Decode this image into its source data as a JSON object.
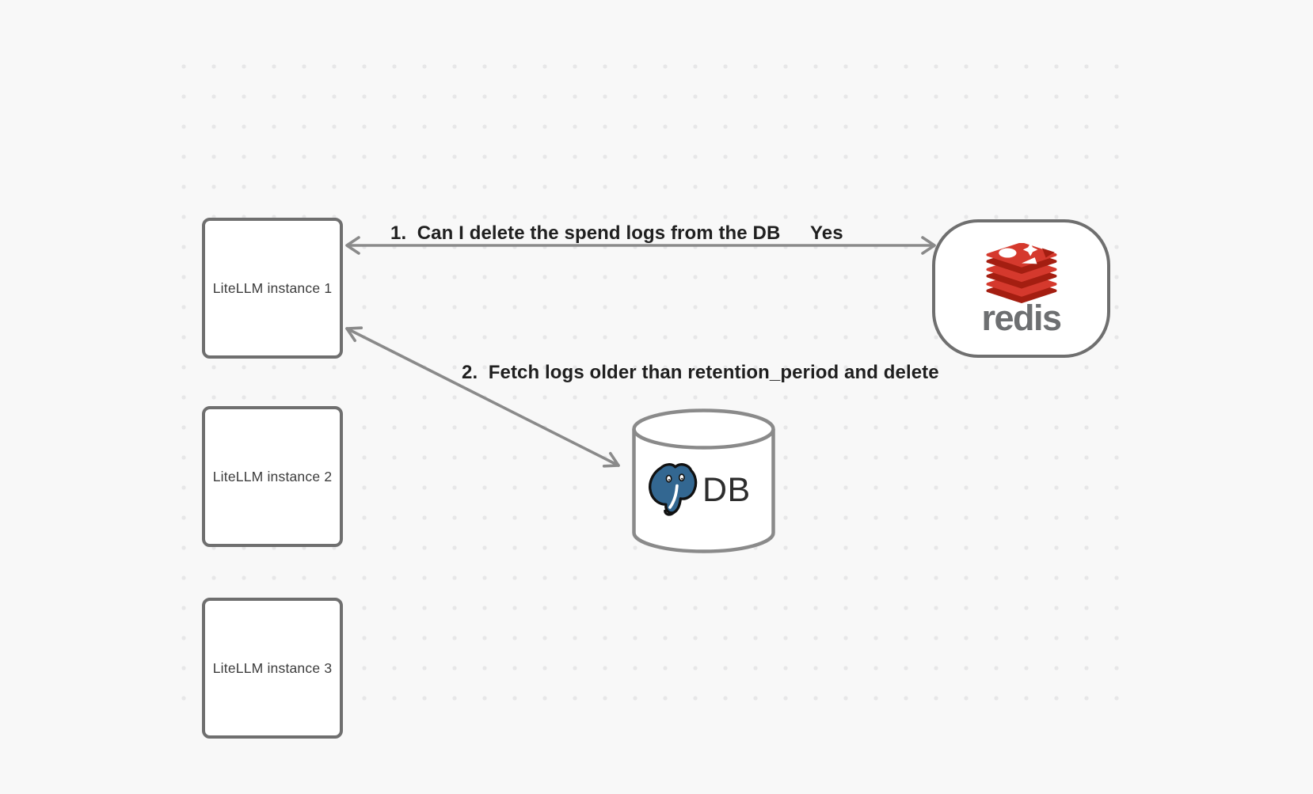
{
  "diagram": {
    "instances": [
      {
        "label": "LiteLLM instance 1"
      },
      {
        "label": "LiteLLM instance 2"
      },
      {
        "label": "LiteLLM instance 3"
      }
    ],
    "redis_node": {
      "wordmark": "redis"
    },
    "db_node": {
      "label": "DB"
    },
    "arrow1": {
      "label": "1.  Can I delete the spend logs from the DB",
      "answer": "Yes"
    },
    "arrow2": {
      "label": "2.  Fetch logs older than retention_period and delete"
    }
  },
  "colors": {
    "background": "#f8f8f8",
    "dot_color": "#e7e7e8",
    "border_gray": "#6f6f6f",
    "arrow_gray": "#8a8a8a",
    "label_text": "#1f1f1f",
    "node_text": "#3c3c3c",
    "redis_red": "#d5392d",
    "redis_red_dark": "#a41e11",
    "redis_wordmark": "#6d6f71",
    "postgres_blue": "#336791",
    "postgres_outline": "#111111"
  }
}
